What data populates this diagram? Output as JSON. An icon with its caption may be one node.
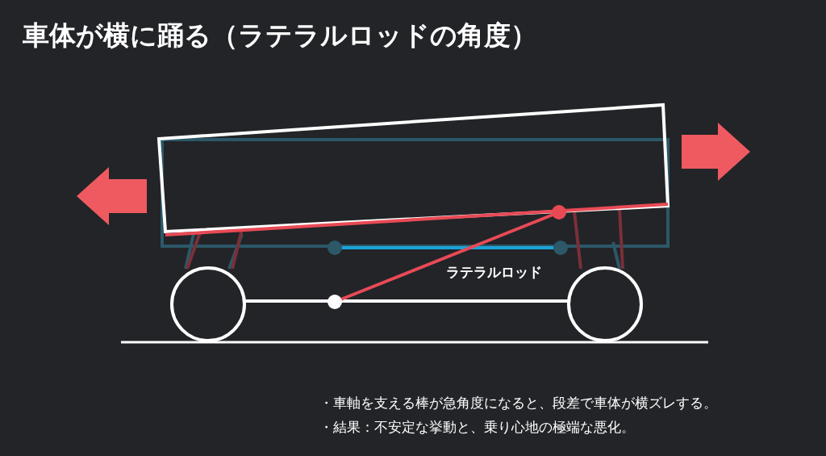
{
  "diagram": {
    "title": "車体が横に踊る（ラテラルロッドの角度）",
    "labels": [
      "ラテラルロッド",
      "・車軸を支える棒が急角度になると、段差で車体が横ズレする。",
      "・結果：不安定な挙動と、乗り心地の極端な悪化。"
    ]
  }
}
